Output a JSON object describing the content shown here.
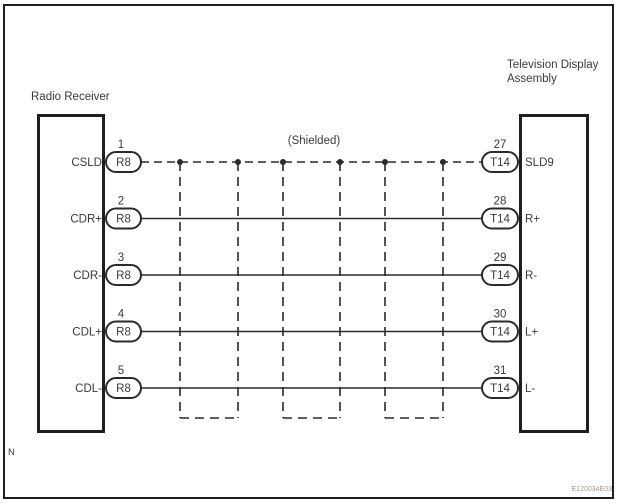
{
  "diagram": {
    "figure_code": "E120034E03",
    "note_marker": "N",
    "shield_label": "(Shielded)",
    "left_component": {
      "title": "Radio Receiver",
      "connector_code": "R8"
    },
    "right_component": {
      "title_lines": [
        "Television Display",
        "Assembly"
      ],
      "connector_code": "T14"
    },
    "wires": [
      {
        "left_label": "CSLD",
        "left_pin": "1",
        "left_connector": "R8",
        "right_pin": "27",
        "right_connector": "T14",
        "right_label": "SLD9",
        "style": "shield-dashed"
      },
      {
        "left_label": "CDR+",
        "left_pin": "2",
        "left_connector": "R8",
        "right_pin": "28",
        "right_connector": "T14",
        "right_label": "R+",
        "style": "solid"
      },
      {
        "left_label": "CDR-",
        "left_pin": "3",
        "left_connector": "R8",
        "right_pin": "29",
        "right_connector": "T14",
        "right_label": "R-",
        "style": "solid"
      },
      {
        "left_label": "CDL+",
        "left_pin": "4",
        "left_connector": "R8",
        "right_pin": "30",
        "right_connector": "T14",
        "right_label": "L+",
        "style": "solid"
      },
      {
        "left_label": "CDL-",
        "left_pin": "5",
        "left_connector": "R8",
        "right_pin": "31",
        "right_connector": "T14",
        "right_label": "L-",
        "style": "solid"
      }
    ],
    "colors": {
      "line": "#2a2a2a",
      "background": "#ffffff",
      "figure_code_text": "#a39c94"
    }
  }
}
